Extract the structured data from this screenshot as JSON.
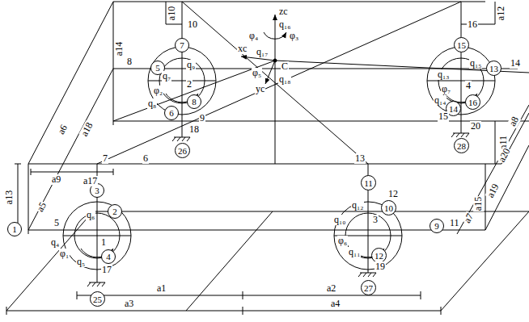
{
  "diagram": {
    "nodes": [
      {
        "text": [
          "7"
        ]
      },
      {
        "text": [
          "15"
        ]
      },
      {
        "text": [
          "5"
        ]
      },
      {
        "text": [
          "13"
        ]
      },
      {
        "text": [
          "8"
        ]
      },
      {
        "text": [
          "6"
        ]
      },
      {
        "text": [
          "14"
        ]
      },
      {
        "text": [
          "16"
        ]
      },
      {
        "text": [
          "26"
        ]
      },
      {
        "text": [
          "28"
        ]
      },
      {
        "text": [
          "3"
        ]
      },
      {
        "text": [
          "11"
        ]
      },
      {
        "text": [
          "2"
        ]
      },
      {
        "text": [
          "10"
        ]
      },
      {
        "text": [
          "1"
        ]
      },
      {
        "text": [
          "9"
        ]
      },
      {
        "text": [
          "4"
        ]
      },
      {
        "text": [
          "12"
        ]
      },
      {
        "text": [
          "25"
        ]
      },
      {
        "text": [
          "27"
        ]
      }
    ],
    "labels": [
      "a10",
      "10",
      "16",
      "a12",
      "a14",
      "zc",
      "q₁₆",
      "φ₄",
      "φ₃",
      "xc",
      "q₁₇",
      "C",
      "φ₅",
      "q₁₈",
      "yc",
      "8",
      "q₉",
      "q₇",
      "2",
      "φ₂",
      "q₈",
      "9",
      "18",
      "14",
      "4",
      "q₁₅",
      "q₁₃",
      "φ₇",
      "q₁₄",
      "15",
      "20",
      "a9",
      "7",
      "a6",
      "a18",
      "a17",
      "6",
      "a13",
      "a5",
      "13",
      "12",
      "a11",
      "a8",
      "a20",
      "a19",
      "a15",
      "a7",
      "5",
      "q₆",
      "1",
      "q₄",
      "φ₁",
      "q₅",
      "17",
      "q₁₂",
      "3",
      "q₁₀",
      "φ₆",
      "q₁₁",
      "11",
      "19",
      "a1",
      "a2",
      "a3",
      "a4"
    ]
  }
}
